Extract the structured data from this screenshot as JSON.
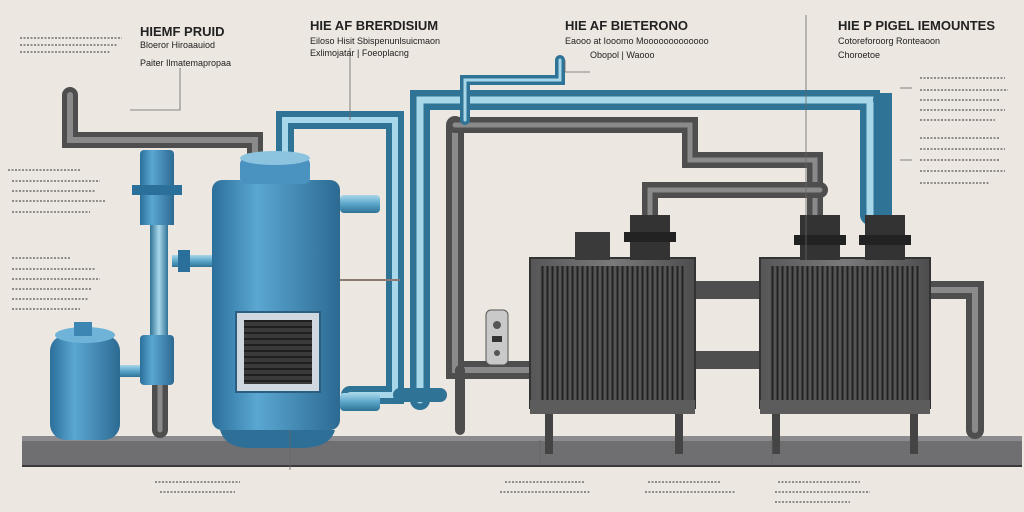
{
  "labels": {
    "title_left": "HIEMF PRUID",
    "sub_left_1": "Bloeror Hiroaauiod",
    "sub_left_2": "Paiter Ilmatemapropaa",
    "title_center": "HIE AF BRERDISIUM",
    "sub_center_1": "Eiloso Hisit Sbispenunlsuicmaon",
    "sub_center_2": "Exlimojatar | Foeoplacng",
    "title_center_right": "HIE AF BIETERONO",
    "sub_center_right_1": "Eaooo at Iooomo Mooooooooooooo",
    "sub_center_right_2": "Obopol | Waooo",
    "title_right": "HIE P PIGEL IEMOUNTES",
    "sub_right_1": "Cotoreforoorg Ronteaoon",
    "sub_right_2": "Choroetoe"
  },
  "colors": {
    "background": "#ece7e0",
    "tank_blue": "#3d86b4",
    "pipe_blue": "#72b6d6",
    "pipe_gray": "#6a6a6a",
    "unit_dark": "#4a4a4a",
    "platform": "#6f6f72"
  }
}
